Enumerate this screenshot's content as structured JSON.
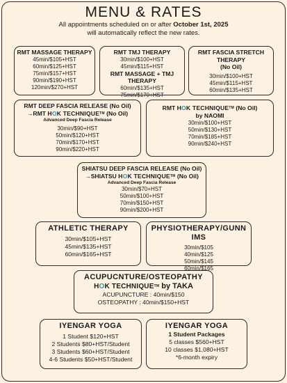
{
  "header": {
    "title": "MENU & RATES",
    "notice_part1": "All appointments scheduled on or after ",
    "notice_date": "October 1st, 2025",
    "notice_part2": "will automatically reflect the new rates."
  },
  "brand": {
    "h": "H",
    "o": "O",
    "rest": "K TECHNIQUE",
    "tm": "TM"
  },
  "massage": {
    "title": "RMT MASSAGE THERAPY",
    "prices": [
      "45min/$105+HST",
      "60min/$125+HST",
      "75min/$157+HST",
      "90min/$190+HST",
      "120min/$270+HST"
    ]
  },
  "tmj": {
    "title": "RMT TMJ THERAPY",
    "prices": [
      "30min/$100+HST",
      "45min/$115+HST"
    ],
    "title2": "RMT MASSAGE + TMJ THERAPY",
    "prices2": [
      "60min/$135+HST",
      "75min/$170+HST"
    ]
  },
  "fascia_stretch": {
    "title": "RMT FASCIA STRETCH THERAPY",
    "subtitle": "(No Oil)",
    "prices": [
      "30min/$100+HST",
      "45min/$115+HST",
      "60min/$135+HST"
    ]
  },
  "deep_fascia": {
    "title": "RMT DEEP FASCIA RELEASE (No Oil)",
    "arrow_prefix": "→RMT ",
    "suffix": " (No Oil)",
    "sub": "Advanced Deep Fascia Release",
    "prices": [
      "30min/$90+HST",
      "50min/$120+HST",
      "70min/$170+HST",
      "90min/$220+HST"
    ]
  },
  "hook_naomi": {
    "prefix": "RMT ",
    "suffix": " (No Oil)",
    "by": "by NAOMI",
    "prices": [
      "30min/$100+HST",
      "50min/$130+HST",
      "70min/$185+HST",
      "90min/$240+HST"
    ]
  },
  "shiatsu": {
    "title": "SHIATSU DEEP FASCIA RELEASE (No Oil)",
    "arrow_prefix": "→SHIATSU ",
    "suffix": " (No Oil)",
    "sub": "Advanced Deep Fascia Release",
    "prices": [
      "30min/$70+HST",
      "50min/$100+HST",
      "70min/$150+HST",
      "90min/$200+HST"
    ]
  },
  "athletic": {
    "title": "ATHLETIC THERAPY",
    "prices": [
      "30min/$105+HST",
      "45min/$135+HST",
      "60min/$165+HST"
    ]
  },
  "physio": {
    "title": "PHYSIOTHERAPY/GUNN IMS",
    "prices": [
      "30min/$105",
      "40min/$125",
      "50min/$145",
      "60min/$165"
    ]
  },
  "acupuncture": {
    "title": "ACUPUCNTURE/OSTEOPATHY",
    "by": " by TAKA",
    "prices": [
      "ACUPUNCTURE : 40min/$150",
      "OSTEOPATHY : 40min/$150+HST"
    ]
  },
  "yoga1": {
    "title": "IYENGAR YOGA",
    "prices": [
      "1 Student $120+HST",
      "2 Students $80+HST/Student",
      "3 Students $60+HST/Student",
      "4-6 Students $50+HST/Student"
    ]
  },
  "yoga2": {
    "title": "IYENGAR YOGA",
    "sub": "1 Student Packages",
    "prices": [
      "5 classes $560+HST",
      "10 classes $1,080+HST",
      "*6-month expiry"
    ]
  }
}
